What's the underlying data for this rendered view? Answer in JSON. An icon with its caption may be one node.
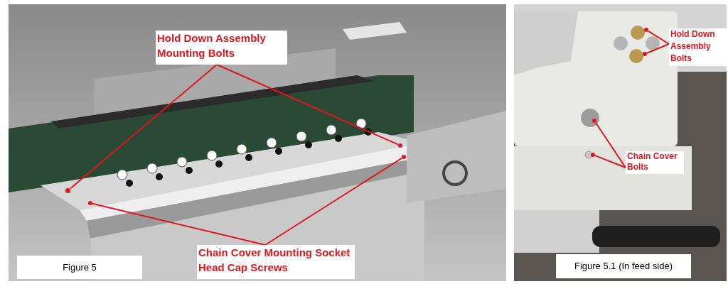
{
  "diagram": {
    "nodes": [
      {
        "text": [
          "Hold Down Assembly Mounting Bolts"
        ]
      },
      {
        "text": [],
        "shape": "circle"
      },
      {
        "text": [],
        "shape": "circle"
      },
      {
        "text": [
          "Chain Cover Mounting Socket Head Cap Screws"
        ]
      },
      {
        "text": [],
        "shape": "circle"
      },
      {
        "text": [],
        "shape": "circle"
      },
      {
        "text": [
          "Hold Down Assembly Bolts"
        ]
      },
      {
        "text": [],
        "shape": "circle"
      },
      {
        "text": [],
        "shape": "circle"
      },
      {
        "text": [
          "Chain Cover Bolts"
        ]
      },
      {
        "text": [],
        "shape": "circle"
      },
      {
        "text": [],
        "shape": "circle"
      }
    ],
    "edges": [
      {
        "from": 0,
        "to": 1,
        "arrow": "none"
      },
      {
        "from": 0,
        "to": 2,
        "arrow": "none"
      },
      {
        "from": 3,
        "to": 4,
        "arrow": "none"
      },
      {
        "from": 3,
        "to": 5,
        "arrow": "none"
      },
      {
        "from": 6,
        "to": 7,
        "arrow": "none"
      },
      {
        "from": 6,
        "to": 8,
        "arrow": "none"
      },
      {
        "from": 9,
        "to": 10,
        "arrow": "none"
      },
      {
        "from": 9,
        "to": 11,
        "arrow": "none"
      }
    ],
    "labels": [
      "Figure 5",
      "Figure 5.1 (In feed side)"
    ]
  }
}
